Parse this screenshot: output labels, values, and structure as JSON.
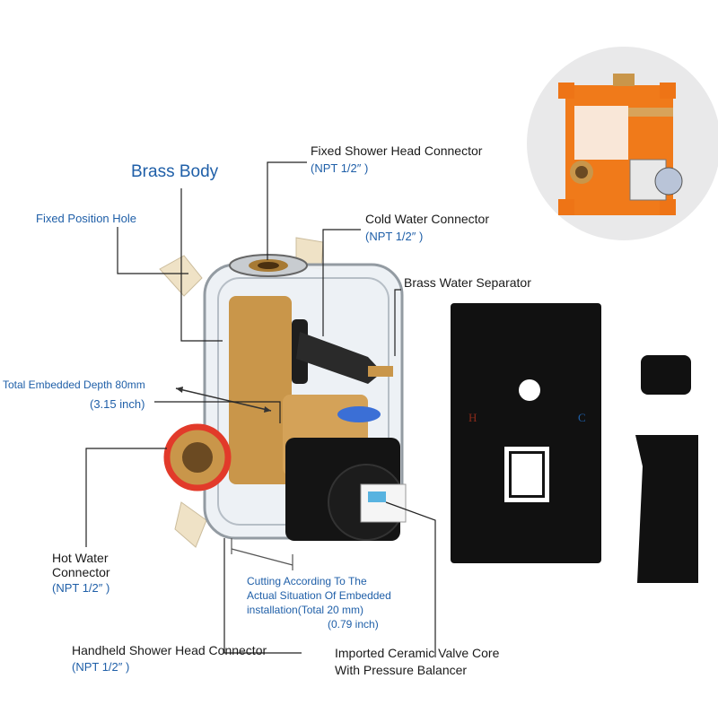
{
  "labels": {
    "brass_body": "Brass Body",
    "fixed_position_hole": "Fixed Position Hole",
    "fixed_shower_head_title": "Fixed Shower Head Connector",
    "fixed_shower_head_spec": "(NPT 1/2″ )",
    "cold_water_title": "Cold Water Connector",
    "cold_water_spec": "(NPT 1/2″ )",
    "brass_separator": "Brass Water Separator",
    "depth_title": "Total Embedded Depth 80mm",
    "depth_inch": "(3.15 inch)",
    "hot_water_line1": "Hot Water",
    "hot_water_line2": "Connector",
    "hot_water_spec": "(NPT 1/2″ )",
    "cutting_line1": "Cutting According To The",
    "cutting_line2": "Actual Situation Of Embedded",
    "cutting_line3": "installation(Total 20 mm)",
    "cutting_inch": "(0.79 inch)",
    "handheld_title": "Handheld Shower Head Connector",
    "handheld_spec": "(NPT 1/2″ )",
    "ceramic_line1": "Imported Ceramic Valve Core",
    "ceramic_line2": "With Pressure Balancer"
  },
  "plate_marks": {
    "hot": "H",
    "cold": "C"
  },
  "colors": {
    "label_dark": "#1a1a1a",
    "label_blue": "#1f5fa8",
    "brass": "#c9964a",
    "trim_black": "#141414",
    "box_orange": "#f07a1a"
  }
}
